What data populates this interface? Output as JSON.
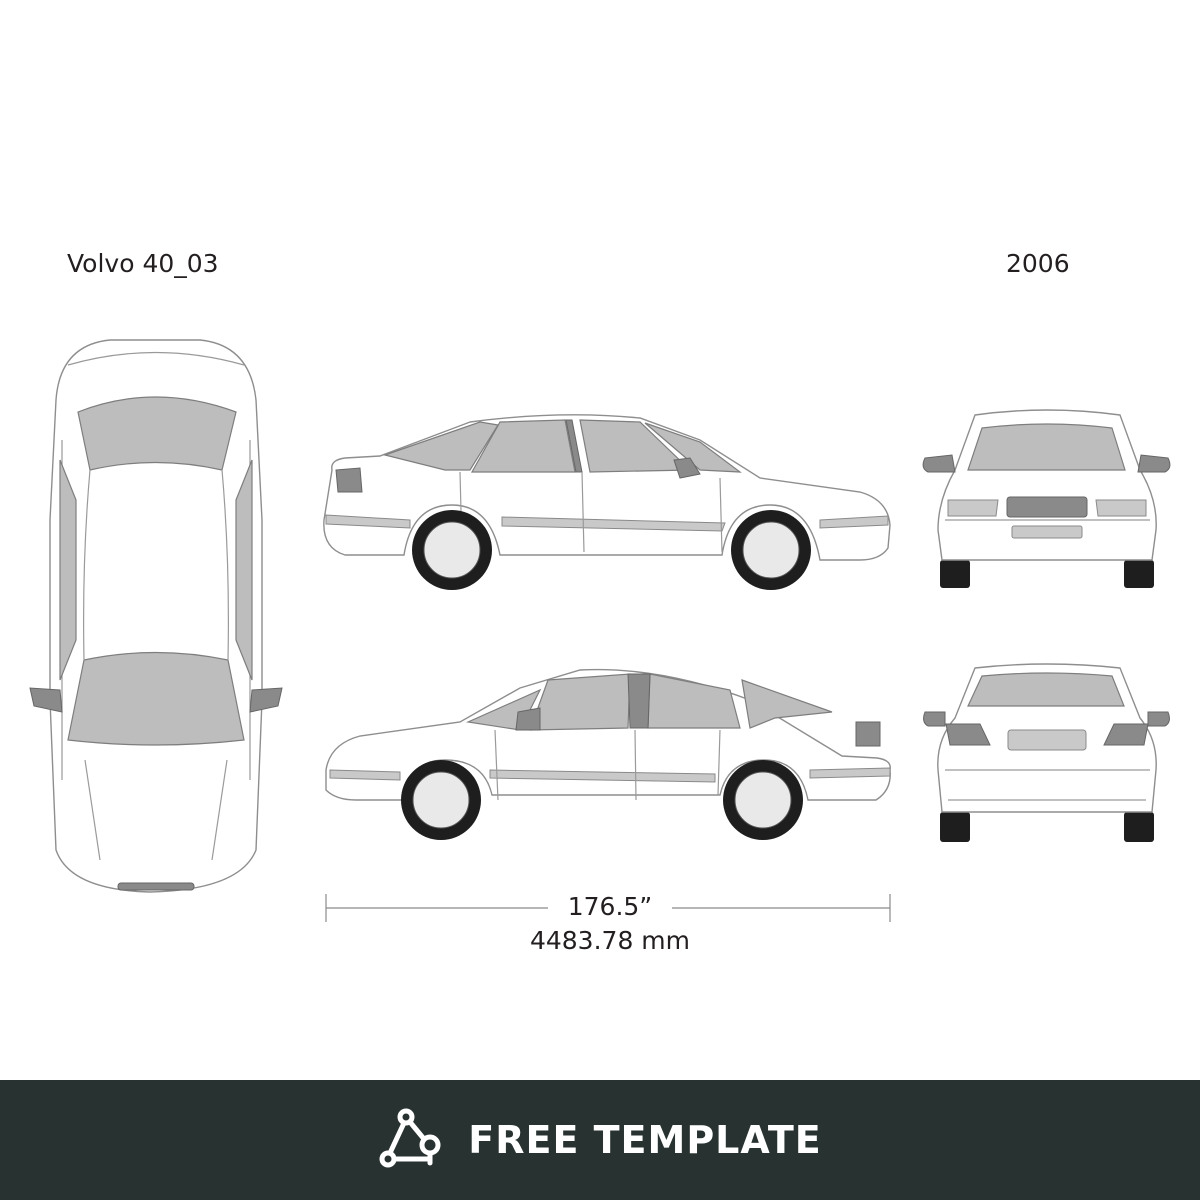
{
  "template": {
    "model": "Volvo 40_03",
    "year": "2006",
    "length_inches": "176.5”",
    "length_mm": "4483.78 mm"
  },
  "footer": {
    "label": "FREE TEMPLATE",
    "logo_icon": "triangle-nodes-icon",
    "background_color": "#283231",
    "text_color": "#ffffff"
  }
}
